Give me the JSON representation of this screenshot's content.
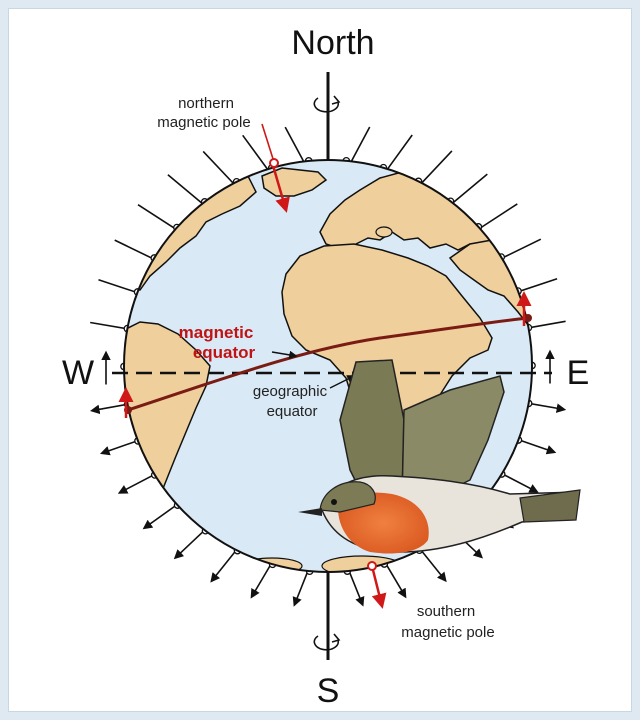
{
  "labels": {
    "north": "North",
    "south": "S",
    "west": "W",
    "east": "E",
    "north_pole_line1": "northern",
    "north_pole_line2": "magnetic pole",
    "south_pole_line1": "southern",
    "south_pole_line2": "magnetic pole",
    "mag_eq_line1": "magnetic",
    "mag_eq_line2": "equator",
    "geo_eq_line1": "geographic",
    "geo_eq_line2": "equator"
  },
  "colors": {
    "ocean": "#d9e9f5",
    "land": "#efcf9c",
    "outline": "#111111",
    "magnetic_red": "#c01414",
    "equator_line": "#7a1c14"
  },
  "icons": [
    "rotation-arrow-icon",
    "bird-robin-illustration"
  ]
}
